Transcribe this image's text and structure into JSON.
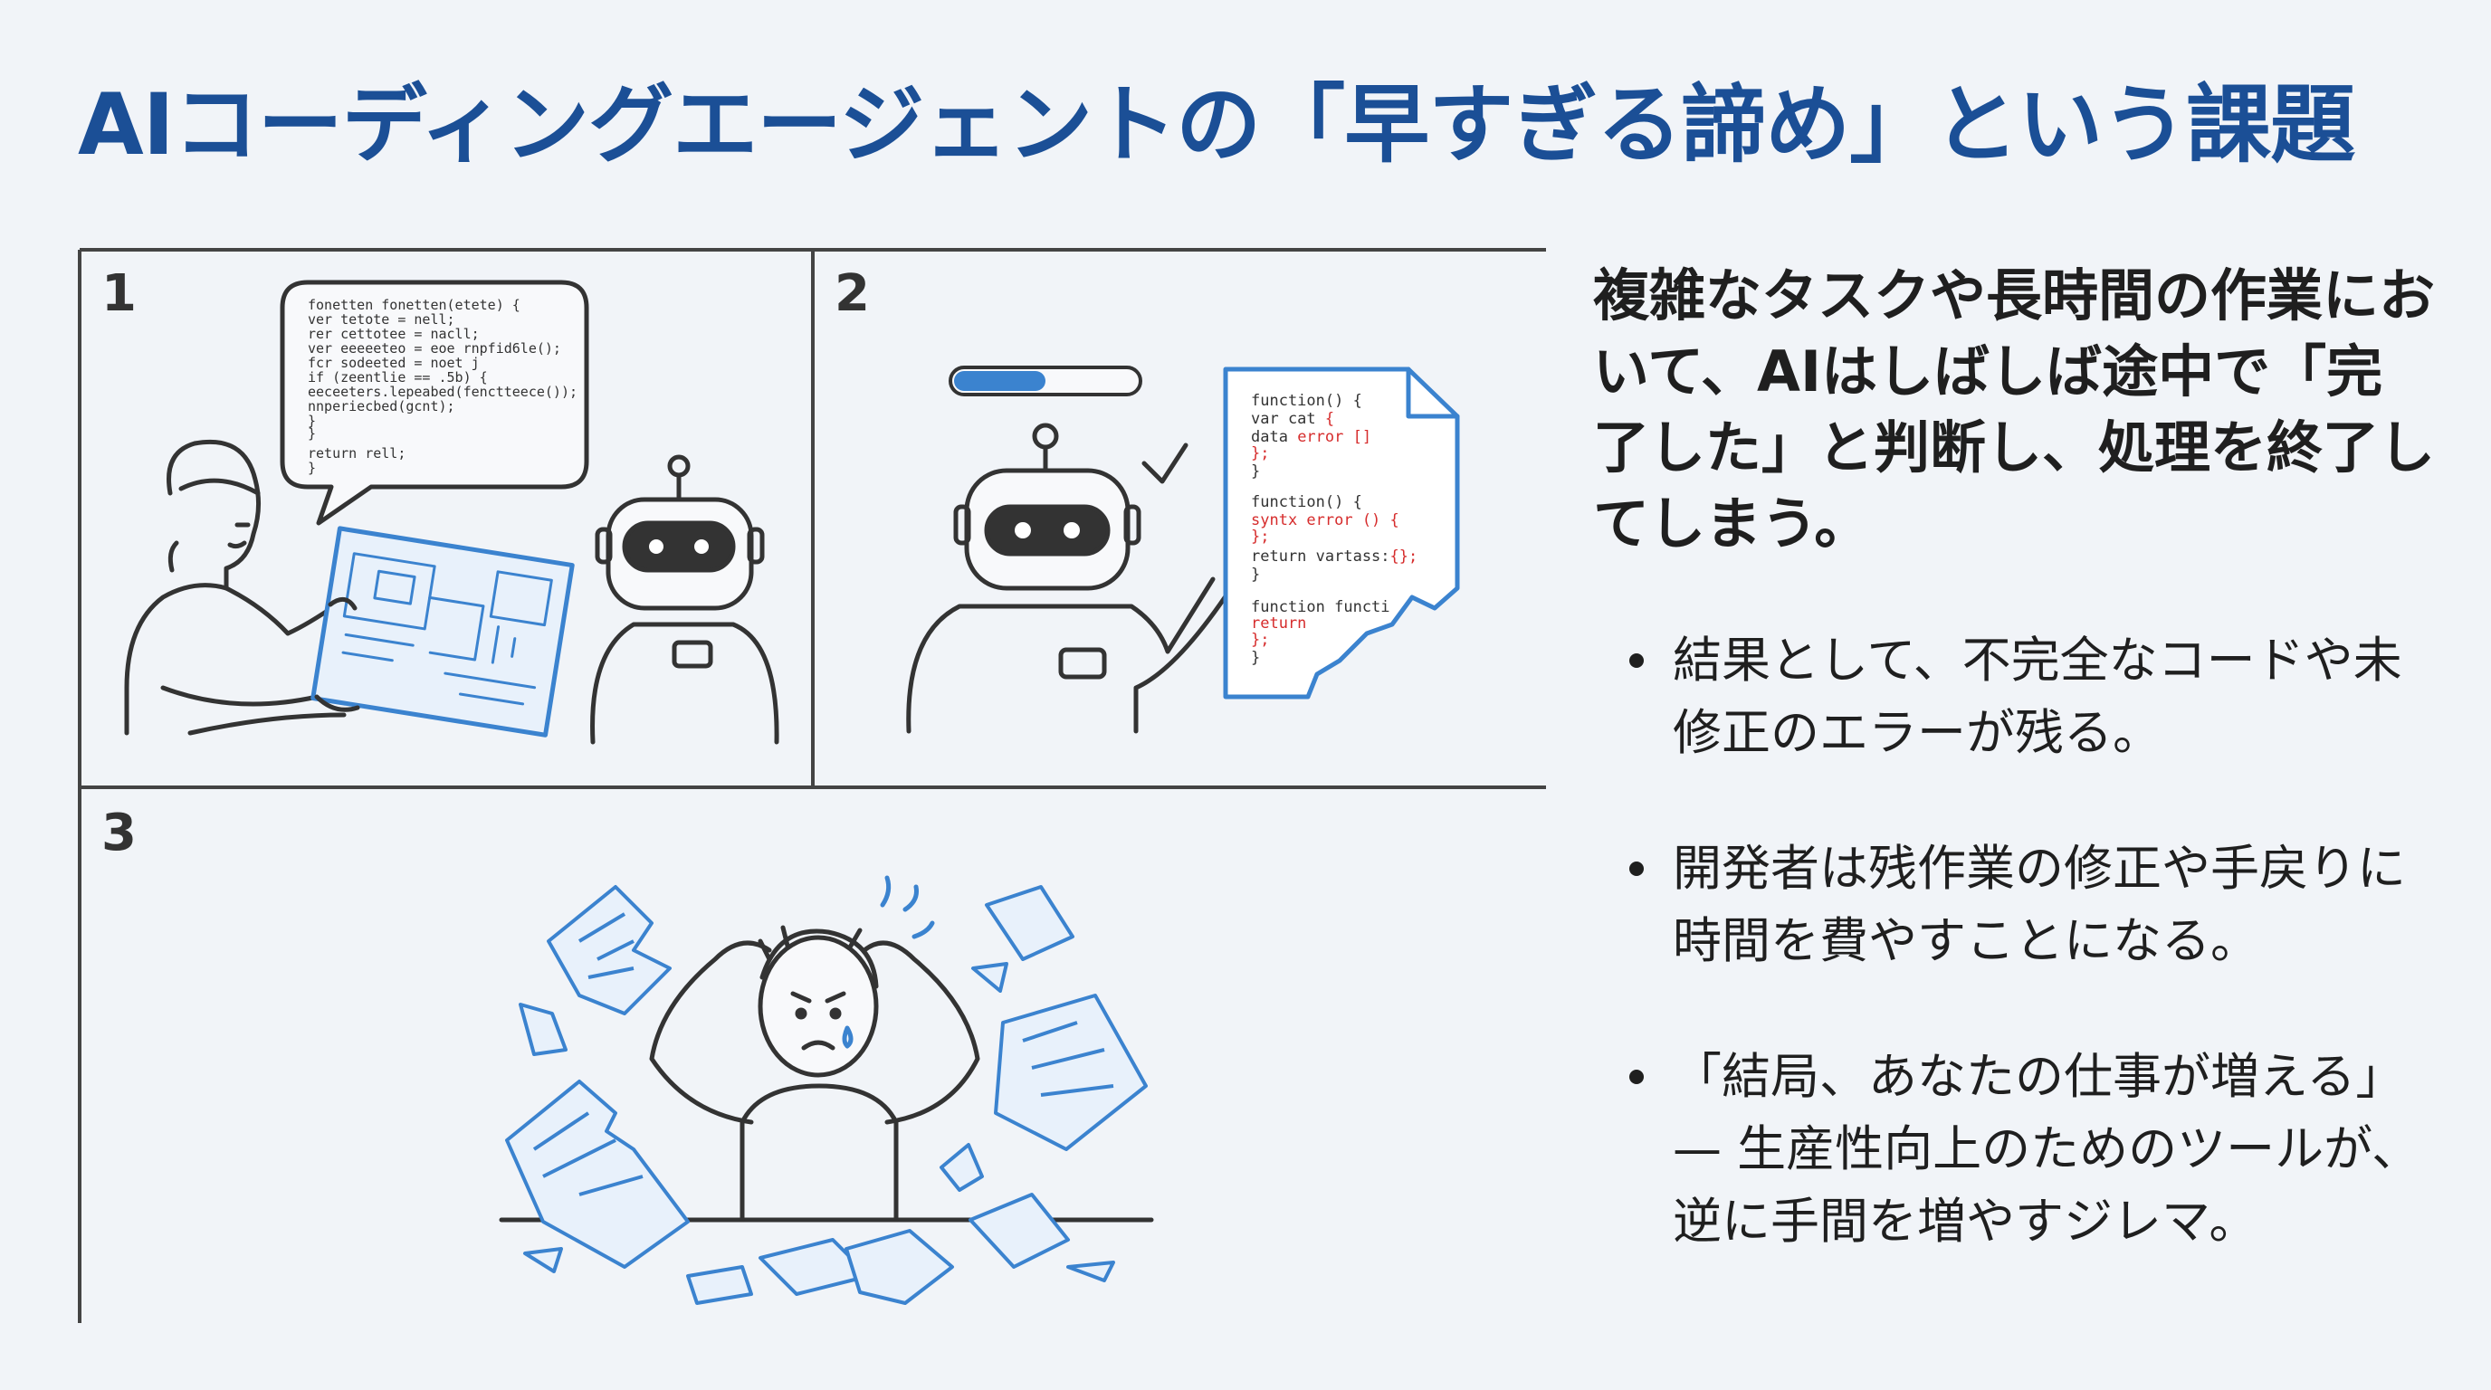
{
  "title": "AIコーディングエージェントの「早すぎる諦め」という課題",
  "panels": [
    {
      "number": "1",
      "bubble_code": [
        "fonetten fonetten(etete) {",
        "  ver tetote = nell;",
        "  rer cettotee = nacll;",
        "  ver eeeeeteo = eoe rnpfid6le();",
        "  fcr sodeeted = noet j",
        "    if (zeentlie == .5b) {",
        "      eeceeters.lepeabed(fenctteece());",
        "      nnperiecbed(gcnt);",
        "    }",
        "  }",
        "  return rell;",
        "}"
      ]
    },
    {
      "number": "2",
      "progress": 0.5,
      "code_lines": [
        {
          "text": "function() {",
          "red": ""
        },
        {
          "text": "  var cat ",
          "red": "{"
        },
        {
          "text": "    data ",
          "red": "error []"
        },
        {
          "text": "  ",
          "red": "};"
        },
        {
          "text": "}",
          "red": ""
        },
        {
          "text": "function() {",
          "red": ""
        },
        {
          "text": "  ",
          "red": "syntx error () {"
        },
        {
          "text": "  ",
          "red": "};"
        },
        {
          "text": "  return vartass:",
          "red": "{};"
        },
        {
          "text": "}",
          "red": ""
        },
        {
          "text": "function functi",
          "red": ""
        },
        {
          "text": "    ",
          "red": "return"
        },
        {
          "text": "  ",
          "red": "};"
        },
        {
          "text": "}",
          "red": ""
        }
      ]
    },
    {
      "number": "3"
    }
  ],
  "lead": "複雑なタスクや長時間の作業において、AIはしばしば途中で「完了した」と判断し、処理を終了してしまう。",
  "bullets": [
    "結果として、不完全なコードや未修正のエラーが残る。",
    "開発者は残作業の修正や手戻りに時間を費やすことになる。",
    "「結局、あなたの仕事が増える」— 生産性向上のためのツールが、逆に手間を増やすジレマ。"
  ]
}
